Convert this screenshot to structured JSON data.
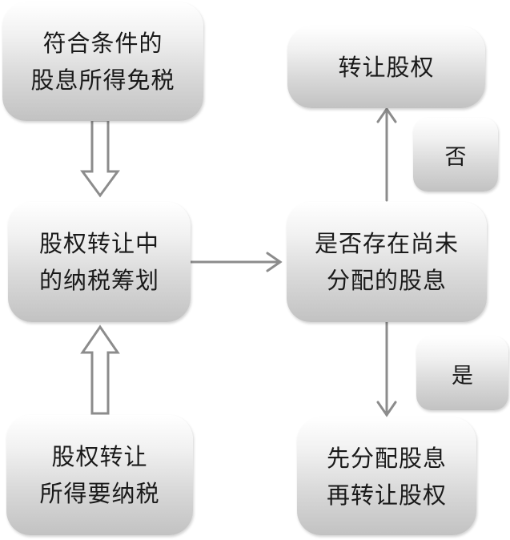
{
  "boxes": {
    "tax_exempt": {
      "lines": [
        "符合条件的",
        "股息所得免税"
      ]
    },
    "tax_planning": {
      "lines": [
        "股权转让中",
        "的纳税筹划"
      ]
    },
    "taxable": {
      "lines": [
        "股权转让",
        "所得要纳税"
      ]
    },
    "question": {
      "lines": [
        "是否存在尚未",
        "分配的股息"
      ]
    },
    "transfer_equity": {
      "lines": [
        "转让股权"
      ]
    },
    "distribute_first": {
      "lines": [
        "先分配股息",
        "再转让股权"
      ]
    }
  },
  "labels": {
    "no": "否",
    "yes": "是"
  },
  "colors": {
    "arrow": "#8c8c8c",
    "box_top": "#ffffff",
    "box_bottom": "#c2c2c2"
  }
}
